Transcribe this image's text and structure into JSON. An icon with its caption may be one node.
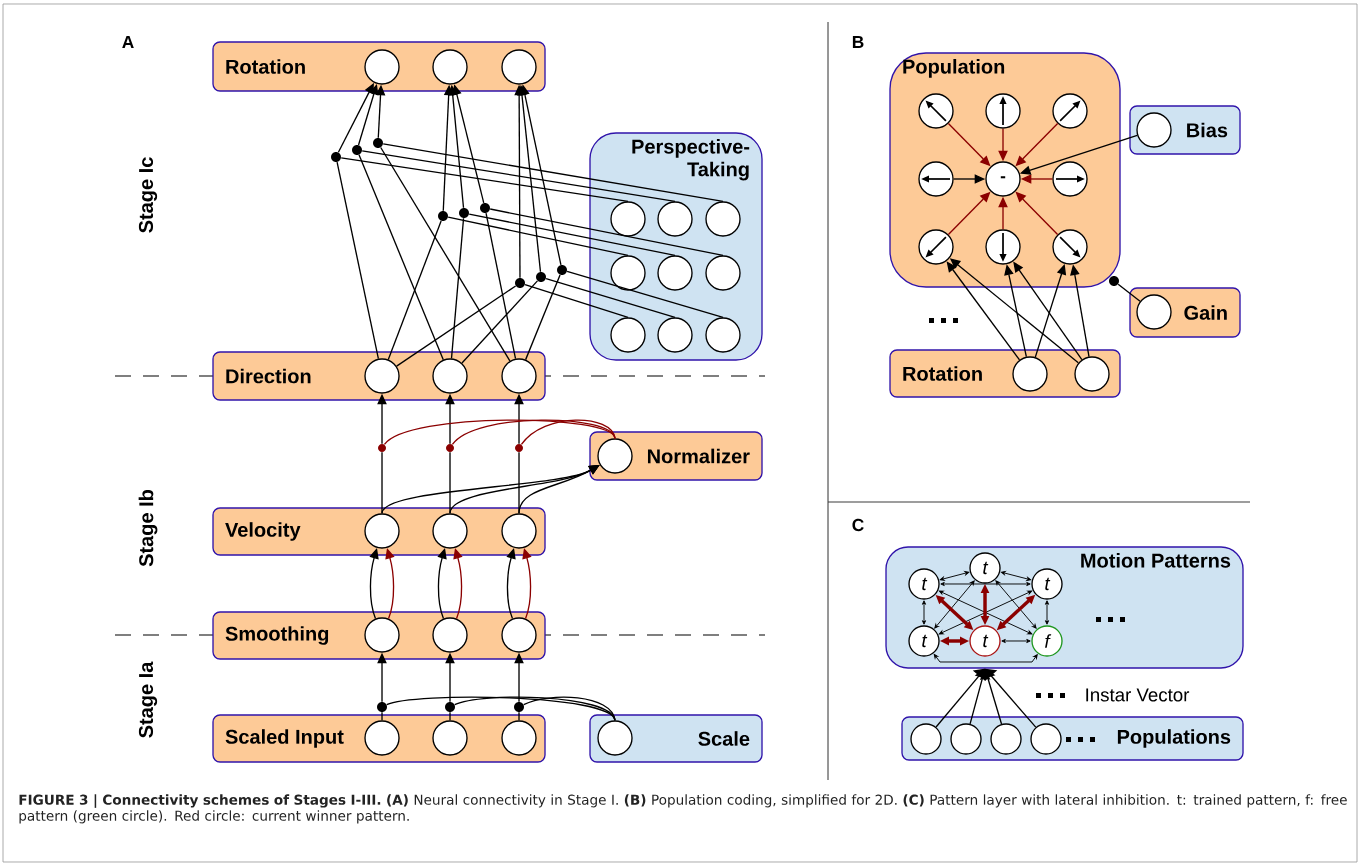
{
  "diagram": {
    "caption": "**FIGURE 3 | Connectivity schemes of Stages I-III. (A)** Neural connectivity in Stage I. **(B)** Population coding, simplified for 2D. **(C)** Pattern layer with lateral inhibition. t: trained pattern, f: free pattern (green circle). Red circle: current winner pattern.",
    "nodes": [
      {
        "text": [
          "Rotation"
        ]
      },
      {
        "text": [],
        "shape": "circle",
        "in": 0
      },
      {
        "text": [],
        "shape": "circle",
        "in": 0
      },
      {
        "text": [],
        "shape": "circle",
        "in": 0
      },
      {
        "text": [
          "Perspective-Taking"
        ]
      },
      {
        "text": [],
        "shape": "circle",
        "in": 4
      },
      {
        "text": [],
        "shape": "circle",
        "in": 4
      },
      {
        "text": [],
        "shape": "circle",
        "in": 4
      },
      {
        "text": [],
        "shape": "circle",
        "in": 4
      },
      {
        "text": [],
        "shape": "circle",
        "in": 4
      },
      {
        "text": [],
        "shape": "circle",
        "in": 4
      },
      {
        "text": [],
        "shape": "circle",
        "in": 4
      },
      {
        "text": [],
        "shape": "circle",
        "in": 4
      },
      {
        "text": [],
        "shape": "circle",
        "in": 4
      },
      {
        "text": [
          "Direction"
        ]
      },
      {
        "text": [],
        "shape": "circle",
        "in": 14
      },
      {
        "text": [],
        "shape": "circle",
        "in": 14
      },
      {
        "text": [],
        "shape": "circle",
        "in": 14
      },
      {
        "text": [
          "Normalizer"
        ]
      },
      {
        "text": [],
        "shape": "circle",
        "in": 18
      },
      {
        "text": [
          "Velocity"
        ]
      },
      {
        "text": [],
        "shape": "circle",
        "in": 20
      },
      {
        "text": [],
        "shape": "circle",
        "in": 20
      },
      {
        "text": [],
        "shape": "circle",
        "in": 20
      },
      {
        "text": [
          "Smoothing"
        ]
      },
      {
        "text": [],
        "shape": "circle",
        "in": 24
      },
      {
        "text": [],
        "shape": "circle",
        "in": 24
      },
      {
        "text": [],
        "shape": "circle",
        "in": 24
      },
      {
        "text": [
          "Scaled Input"
        ]
      },
      {
        "text": [],
        "shape": "circle",
        "in": 28
      },
      {
        "text": [],
        "shape": "circle",
        "in": 28
      },
      {
        "text": [],
        "shape": "circle",
        "in": 28
      },
      {
        "text": [
          "Scale"
        ]
      },
      {
        "text": [],
        "shape": "circle",
        "in": 32
      },
      {
        "text": [
          "Population"
        ]
      },
      {
        "text": [],
        "shape": "circle",
        "in": 34
      },
      {
        "text": [],
        "shape": "circle",
        "in": 34
      },
      {
        "text": [],
        "shape": "circle",
        "in": 34
      },
      {
        "text": [],
        "shape": "circle",
        "in": 34
      },
      {
        "text": [
          "-"
        ],
        "in": 34
      },
      {
        "text": [],
        "shape": "circle",
        "in": 34
      },
      {
        "text": [],
        "shape": "circle",
        "in": 34
      },
      {
        "text": [],
        "shape": "circle",
        "in": 34
      },
      {
        "text": [],
        "shape": "circle",
        "in": 34
      },
      {
        "text": [
          "Bias"
        ]
      },
      {
        "text": [],
        "shape": "circle",
        "in": 44
      },
      {
        "text": [
          "Gain"
        ]
      },
      {
        "text": [],
        "shape": "circle",
        "in": 46
      },
      {
        "text": [
          "Rotation"
        ]
      },
      {
        "text": [],
        "shape": "circle",
        "in": 48
      },
      {
        "text": [],
        "shape": "circle",
        "in": 48
      },
      {
        "text": [
          "Motion Patterns"
        ]
      },
      {
        "text": [
          "t"
        ],
        "in": 51
      },
      {
        "text": [
          "t"
        ],
        "in": 51
      },
      {
        "text": [
          "t"
        ],
        "in": 51
      },
      {
        "text": [
          "t"
        ],
        "in": 51
      },
      {
        "text": [
          "t"
        ],
        "in": 51
      },
      {
        "text": [
          "f"
        ],
        "in": 51
      },
      {
        "text": [
          "Populations"
        ]
      },
      {
        "text": [],
        "shape": "circle",
        "in": 58
      },
      {
        "text": [],
        "shape": "circle",
        "in": 58
      },
      {
        "text": [],
        "shape": "circle",
        "in": 58
      },
      {
        "text": [],
        "shape": "circle",
        "in": 58
      },
      {
        "text": [],
        "shape": "dot"
      },
      {
        "text": [],
        "shape": "dot"
      },
      {
        "text": [],
        "shape": "dot"
      },
      {
        "text": [],
        "shape": "dot"
      },
      {
        "text": [],
        "shape": "dot"
      },
      {
        "text": [],
        "shape": "dot"
      },
      {
        "text": [],
        "shape": "dot"
      },
      {
        "text": [],
        "shape": "dot"
      },
      {
        "text": [],
        "shape": "dot"
      },
      {
        "text": [],
        "shape": "dot"
      },
      {
        "text": [],
        "shape": "dot"
      },
      {
        "text": [],
        "shape": "dot"
      },
      {
        "text": [],
        "shape": "dot"
      },
      {
        "text": [],
        "shape": "dot"
      },
      {
        "text": [],
        "shape": "dot"
      },
      {
        "text": [],
        "shape": "dot"
      }
    ],
    "edges": [
      {
        "from": 15,
        "to": 63,
        "arrow": "none"
      },
      {
        "from": 16,
        "to": 64,
        "arrow": "none"
      },
      {
        "from": 17,
        "to": 65,
        "arrow": "none"
      },
      {
        "from": 15,
        "to": 66,
        "arrow": "none"
      },
      {
        "from": 16,
        "to": 67,
        "arrow": "none"
      },
      {
        "from": 17,
        "to": 68,
        "arrow": "none"
      },
      {
        "from": 15,
        "to": 69,
        "arrow": "none"
      },
      {
        "from": 16,
        "to": 70,
        "arrow": "none"
      },
      {
        "from": 17,
        "to": 71,
        "arrow": "none"
      },
      {
        "from": 63,
        "to": 1,
        "arrow": "to"
      },
      {
        "from": 64,
        "to": 1,
        "arrow": "to"
      },
      {
        "from": 65,
        "to": 1,
        "arrow": "to"
      },
      {
        "from": 66,
        "to": 2,
        "arrow": "to"
      },
      {
        "from": 67,
        "to": 2,
        "arrow": "to"
      },
      {
        "from": 68,
        "to": 2,
        "arrow": "to"
      },
      {
        "from": 69,
        "to": 3,
        "arrow": "to"
      },
      {
        "from": 70,
        "to": 3,
        "arrow": "to"
      },
      {
        "from": 71,
        "to": 3,
        "arrow": "to"
      },
      {
        "from": 5,
        "to": 63,
        "arrow": "none"
      },
      {
        "from": 6,
        "to": 64,
        "arrow": "none"
      },
      {
        "from": 7,
        "to": 65,
        "arrow": "none"
      },
      {
        "from": 8,
        "to": 66,
        "arrow": "none"
      },
      {
        "from": 9,
        "to": 67,
        "arrow": "none"
      },
      {
        "from": 10,
        "to": 68,
        "arrow": "none"
      },
      {
        "from": 11,
        "to": 69,
        "arrow": "none"
      },
      {
        "from": 12,
        "to": 70,
        "arrow": "none"
      },
      {
        "from": 13,
        "to": 71,
        "arrow": "none"
      },
      {
        "from": 21,
        "to": 72,
        "arrow": "none"
      },
      {
        "from": 22,
        "to": 73,
        "arrow": "none"
      },
      {
        "from": 23,
        "to": 74,
        "arrow": "none"
      },
      {
        "from": 72,
        "to": 15,
        "arrow": "to"
      },
      {
        "from": 73,
        "to": 16,
        "arrow": "to"
      },
      {
        "from": 74,
        "to": 17,
        "arrow": "to"
      },
      {
        "from": 19,
        "to": 72,
        "arrow": "none",
        "color": "#8b0000"
      },
      {
        "from": 19,
        "to": 73,
        "arrow": "none",
        "color": "#8b0000"
      },
      {
        "from": 19,
        "to": 74,
        "arrow": "none",
        "color": "#8b0000"
      },
      {
        "from": 21,
        "to": 19,
        "arrow": "to"
      },
      {
        "from": 22,
        "to": 19,
        "arrow": "to"
      },
      {
        "from": 23,
        "to": 19,
        "arrow": "to"
      },
      {
        "from": 25,
        "to": 21,
        "arrow": "to"
      },
      {
        "from": 26,
        "to": 22,
        "arrow": "to"
      },
      {
        "from": 27,
        "to": 23,
        "arrow": "to"
      },
      {
        "from": 25,
        "to": 21,
        "arrow": "to",
        "color": "#8b0000"
      },
      {
        "from": 26,
        "to": 22,
        "arrow": "to",
        "color": "#8b0000"
      },
      {
        "from": 27,
        "to": 23,
        "arrow": "to",
        "color": "#8b0000"
      },
      {
        "from": 29,
        "to": 75,
        "arrow": "none"
      },
      {
        "from": 30,
        "to": 76,
        "arrow": "none"
      },
      {
        "from": 31,
        "to": 77,
        "arrow": "none"
      },
      {
        "from": 75,
        "to": 25,
        "arrow": "to"
      },
      {
        "from": 76,
        "to": 26,
        "arrow": "to"
      },
      {
        "from": 77,
        "to": 27,
        "arrow": "to"
      },
      {
        "from": 33,
        "to": 75,
        "arrow": "none"
      },
      {
        "from": 33,
        "to": 76,
        "arrow": "none"
      },
      {
        "from": 33,
        "to": 77,
        "arrow": "none"
      },
      {
        "from": 35,
        "to": 39,
        "arrow": "to",
        "color": "#8b0000"
      },
      {
        "from": 36,
        "to": 39,
        "arrow": "to",
        "color": "#8b0000"
      },
      {
        "from": 37,
        "to": 39,
        "arrow": "to",
        "color": "#8b0000"
      },
      {
        "from": 38,
        "to": 39,
        "arrow": "to"
      },
      {
        "from": 40,
        "to": 39,
        "arrow": "to",
        "color": "#8b0000"
      },
      {
        "from": 41,
        "to": 39,
        "arrow": "to",
        "color": "#8b0000"
      },
      {
        "from": 42,
        "to": 39,
        "arrow": "to",
        "color": "#8b0000"
      },
      {
        "from": 43,
        "to": 39,
        "arrow": "to",
        "color": "#8b0000"
      },
      {
        "from": 45,
        "to": 39,
        "arrow": "to"
      },
      {
        "from": 47,
        "to": 78,
        "arrow": "none"
      },
      {
        "from": 49,
        "to": 41,
        "arrow": "to"
      },
      {
        "from": 49,
        "to": 42,
        "arrow": "to"
      },
      {
        "from": 49,
        "to": 43,
        "arrow": "to"
      },
      {
        "from": 50,
        "to": 41,
        "arrow": "to"
      },
      {
        "from": 50,
        "to": 42,
        "arrow": "to"
      },
      {
        "from": 50,
        "to": 43,
        "arrow": "to"
      },
      {
        "from": 52,
        "to": 53,
        "arrow": "both"
      },
      {
        "from": 53,
        "to": 54,
        "arrow": "both"
      },
      {
        "from": 52,
        "to": 54,
        "arrow": "both"
      },
      {
        "from": 52,
        "to": 55,
        "arrow": "both"
      },
      {
        "from": 54,
        "to": 57,
        "arrow": "both"
      },
      {
        "from": 52,
        "to": 57,
        "arrow": "both"
      },
      {
        "from": 54,
        "to": 55,
        "arrow": "both"
      },
      {
        "from": 53,
        "to": 55,
        "arrow": "both"
      },
      {
        "from": 53,
        "to": 57,
        "arrow": "both"
      },
      {
        "from": 52,
        "to": 56,
        "arrow": "both",
        "style": "thick",
        "color": "#8b0000"
      },
      {
        "from": 53,
        "to": 56,
        "arrow": "both",
        "style": "thick",
        "color": "#8b0000"
      },
      {
        "from": 54,
        "to": 56,
        "arrow": "both",
        "style": "thick",
        "color": "#8b0000"
      },
      {
        "from": 55,
        "to": 56,
        "arrow": "both",
        "style": "thick",
        "color": "#8b0000"
      },
      {
        "from": 56,
        "to": 57,
        "arrow": "both"
      },
      {
        "from": 55,
        "to": 57,
        "arrow": "both"
      },
      {
        "from": 59,
        "to": 51,
        "arrow": "to"
      },
      {
        "from": 60,
        "to": 51,
        "arrow": "to"
      },
      {
        "from": 61,
        "to": 51,
        "arrow": "to"
      },
      {
        "from": 62,
        "to": 51,
        "arrow": "to"
      }
    ],
    "labels": [
      "A",
      "B",
      "Stage Ic",
      "Stage Ib",
      "C",
      "Instar Vector",
      "Stage Ia"
    ]
  }
}
